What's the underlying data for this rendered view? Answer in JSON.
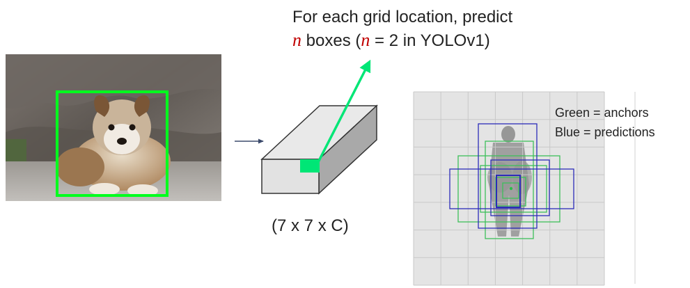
{
  "caption": {
    "line1": "For each grid location, predict",
    "var": "n",
    "line2_mid": " boxes (",
    "line2_eq": " = 2 in YOLOv1)"
  },
  "tensor_label": "(7 x 7 x C)",
  "legend": {
    "green": "Green = anchors",
    "blue": "Blue = predictions"
  },
  "colors": {
    "detection_box": "#00ff1e",
    "highlight_cell": "#00e676",
    "arrow": "#00e676",
    "anchor": "#3dbf5a",
    "prediction": "#2b2bb8",
    "grid": "#c8c8c8",
    "flow_arrow": "#3b4a6b"
  },
  "images": {
    "photo": "puppy-photo",
    "grid_photo": "person-grid-photo"
  }
}
